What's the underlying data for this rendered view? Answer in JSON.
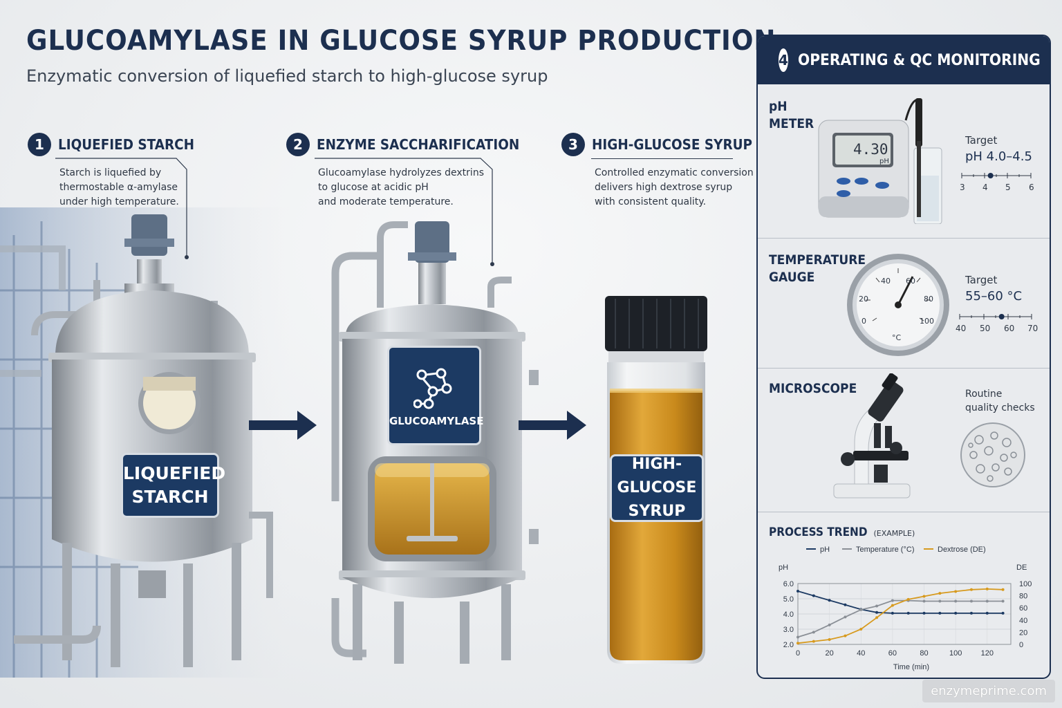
{
  "header": {
    "title": "GLUCOAMYLASE IN GLUCOSE SYRUP PRODUCTION",
    "subtitle": "Enzymatic conversion of liquefied starch to high-glucose syrup"
  },
  "steps": [
    {
      "num": "1",
      "title": "LIQUEFIED STARCH",
      "desc": [
        "Starch is liquefied by",
        "thermostable α-amylase",
        "under high temperature."
      ],
      "tank_label": [
        "LIQUEFIED",
        "STARCH"
      ]
    },
    {
      "num": "2",
      "title": "ENZYME SACCHARIFICATION",
      "desc": [
        "Glucoamylase hydrolyzes dextrins",
        "to glucose at acidic pH",
        "and moderate temperature."
      ],
      "tank_label": [
        "GLUCOAMYLASE"
      ]
    },
    {
      "num": "3",
      "title": "HIGH-GLUCOSE SYRUP",
      "desc": [
        "Controlled enzymatic conversion",
        "delivers high dextrose syrup",
        "with consistent quality."
      ],
      "tank_label": [
        "HIGH-GLUCOSE",
        "SYRUP"
      ]
    }
  ],
  "monitoring": {
    "num": "4",
    "title": "OPERATING & QC MONITORING",
    "ph": {
      "label": [
        "pH",
        "METER"
      ],
      "display": "4.30",
      "display_unit": "pH",
      "target_label": "Target",
      "target_value": "pH 4.0–4.5",
      "scale": [
        "3",
        "4",
        "5",
        "6"
      ],
      "marker": 4.25
    },
    "temp": {
      "label": [
        "TEMPERATURE",
        "GAUGE"
      ],
      "dial": [
        "0",
        "20",
        "40",
        "60",
        "80",
        "100"
      ],
      "dial_unit": "°C",
      "target_label": "Target",
      "target_value": "55–60 °C",
      "scale": [
        "40",
        "50",
        "60",
        "70"
      ],
      "marker": 57.5
    },
    "microscope": {
      "label": "MICROSCOPE",
      "note": [
        "Routine",
        "quality checks"
      ]
    },
    "trend": {
      "title": "PROCESS TREND",
      "title_note": "(EXAMPLE)"
    }
  },
  "chart_data": {
    "type": "line",
    "title": "PROCESS TREND (EXAMPLE)",
    "xlabel": "Time (min)",
    "ylabel_left": "pH",
    "ylabel_right": "DE",
    "xlim": [
      0,
      135
    ],
    "ylim_left": [
      2.0,
      6.0
    ],
    "ylim_right": [
      0,
      100
    ],
    "x_ticks": [
      0,
      20,
      40,
      60,
      80,
      100,
      120
    ],
    "y_left_ticks": [
      "2.0",
      "3.0",
      "4.0",
      "5.0",
      "6.0"
    ],
    "y_right_ticks": [
      "0",
      "20",
      "40",
      "60",
      "80",
      "100"
    ],
    "legend_position": "top",
    "series": [
      {
        "name": "pH",
        "axis": "left",
        "color": "#1c3a63",
        "x": [
          0,
          10,
          20,
          30,
          40,
          50,
          60,
          70,
          80,
          90,
          100,
          110,
          120,
          130
        ],
        "y": [
          5.5,
          5.2,
          4.9,
          4.6,
          4.3,
          4.1,
          4.05,
          4.05,
          4.05,
          4.05,
          4.05,
          4.05,
          4.05,
          4.05
        ]
      },
      {
        "name": "Temperature (°C)",
        "axis": "right",
        "color": "#8a8f96",
        "x": [
          0,
          10,
          20,
          30,
          40,
          50,
          60,
          70,
          80,
          90,
          100,
          110,
          120,
          130
        ],
        "y": [
          12,
          20,
          32,
          45,
          57,
          63,
          72,
          72,
          71,
          71,
          71,
          71,
          71,
          71
        ]
      },
      {
        "name": "Dextrose (DE)",
        "axis": "right",
        "color": "#d79a1e",
        "x": [
          0,
          10,
          20,
          30,
          40,
          50,
          60,
          70,
          80,
          90,
          100,
          110,
          120,
          130
        ],
        "y": [
          2,
          5,
          8,
          14,
          25,
          44,
          64,
          74,
          79,
          84,
          87,
          90,
          91,
          90
        ]
      }
    ]
  },
  "watermark": "enzymeprime.com",
  "colors": {
    "navy": "#1c2f4f",
    "syrup": "#c98a1c",
    "steel": "#b9bec4"
  }
}
